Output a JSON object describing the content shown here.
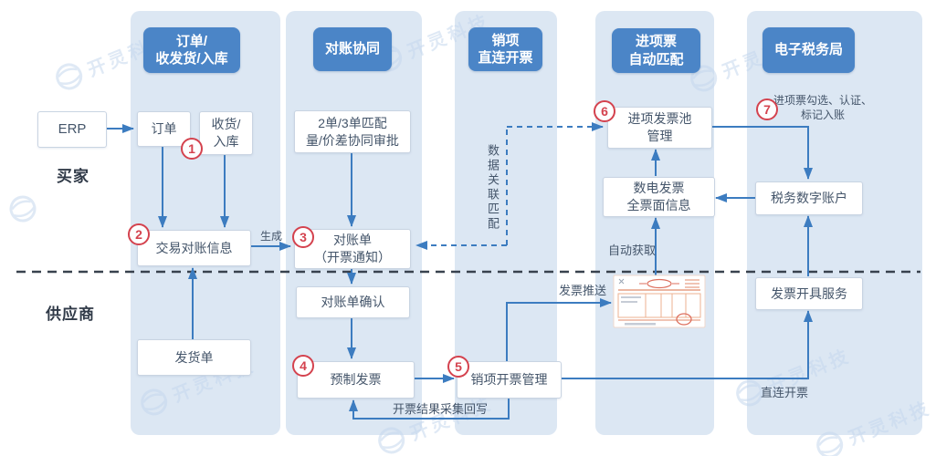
{
  "diagram": {
    "watermark_text": "开灵科技",
    "actors": {
      "erp": "ERP",
      "buyer": "买家",
      "supplier": "供应商"
    },
    "lanes": [
      {
        "title": "订单/\n收发货/入库"
      },
      {
        "title": "对账协同"
      },
      {
        "title": "销项\n直连开票"
      },
      {
        "title": "进项票\n自动匹配"
      },
      {
        "title": "电子税务局"
      }
    ],
    "nodes": {
      "order": "订单",
      "receive": "收货/\n入库",
      "match": "2单/3单匹配\n量/价差协同审批",
      "trade_info": "交易对账信息",
      "statement": "对账单\n（开票通知）",
      "statement_confirm": "对账单确认",
      "delivery": "发货单",
      "pre_invoice": "预制发票",
      "sales_invoice_mgmt": "销项开票管理",
      "input_pool": "进项发票池\n管理",
      "digital_invoice": "数电发票\n全票面信息",
      "tax_account": "税务数字账户",
      "invoice_service": "发票开具服务"
    },
    "steps": [
      "1",
      "2",
      "3",
      "4",
      "5",
      "6",
      "7"
    ],
    "edge_labels": {
      "generate": "生成",
      "push": "发票推送",
      "auto_fetch": "自动获取",
      "direct": "直连开票",
      "writeback": "开票结果采集回写",
      "data_link": "数据关联匹配",
      "step7_note": "进项票勾选、认证、\n标记入账"
    },
    "colors": {
      "lane_fill": "#dce7f3",
      "header_blue": "#4b85c7",
      "arrow_blue": "#3c7cc0",
      "step_red": "#d4424e",
      "divider_dark": "#39424e",
      "invoice_orange": "#e08a6a",
      "invoice_red": "#dd6f5e"
    }
  }
}
